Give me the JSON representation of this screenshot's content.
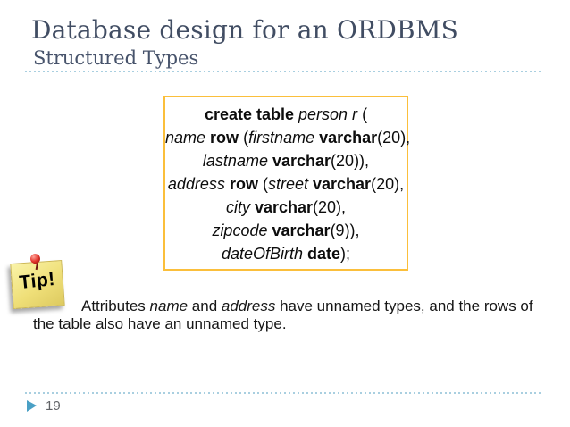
{
  "header": {
    "title": "Database design for an ORDBMS",
    "subtitle": "Structured Types"
  },
  "code_box": {
    "lines": [
      {
        "segments": [
          {
            "t": "create table",
            "s": "b"
          },
          {
            "t": " ",
            "s": ""
          },
          {
            "t": "person r",
            "s": "i"
          },
          {
            "t": " (",
            "s": ""
          }
        ]
      },
      {
        "segments": [
          {
            "t": "name",
            "s": "i"
          },
          {
            "t": " ",
            "s": ""
          },
          {
            "t": "row",
            "s": "b"
          },
          {
            "t": " (",
            "s": ""
          },
          {
            "t": "firstname",
            "s": "i"
          },
          {
            "t": " ",
            "s": ""
          },
          {
            "t": "varchar",
            "s": "b"
          },
          {
            "t": "(20),",
            "s": ""
          }
        ]
      },
      {
        "segments": [
          {
            "t": "lastname",
            "s": "i"
          },
          {
            "t": " ",
            "s": ""
          },
          {
            "t": "varchar",
            "s": "b"
          },
          {
            "t": "(20)),",
            "s": ""
          }
        ]
      },
      {
        "segments": [
          {
            "t": "address",
            "s": "i"
          },
          {
            "t": " ",
            "s": ""
          },
          {
            "t": "row",
            "s": "b"
          },
          {
            "t": " (",
            "s": ""
          },
          {
            "t": "street",
            "s": "i"
          },
          {
            "t": " ",
            "s": ""
          },
          {
            "t": "varchar",
            "s": "b"
          },
          {
            "t": "(20),",
            "s": ""
          }
        ]
      },
      {
        "segments": [
          {
            "t": "city",
            "s": "i"
          },
          {
            "t": " ",
            "s": ""
          },
          {
            "t": "varchar",
            "s": "b"
          },
          {
            "t": "(20),",
            "s": ""
          }
        ]
      },
      {
        "segments": [
          {
            "t": "zipcode",
            "s": "i"
          },
          {
            "t": " ",
            "s": ""
          },
          {
            "t": "varchar",
            "s": "b"
          },
          {
            "t": "(9)),",
            "s": ""
          }
        ]
      },
      {
        "segments": [
          {
            "t": "dateOfBirth",
            "s": "i"
          },
          {
            "t": " ",
            "s": ""
          },
          {
            "t": "date",
            "s": "b"
          },
          {
            "t": ");",
            "s": ""
          }
        ]
      }
    ]
  },
  "tip": {
    "label": "Tip!"
  },
  "note": {
    "segments": [
      {
        "t": "Attributes ",
        "s": ""
      },
      {
        "t": "name",
        "s": "i"
      },
      {
        "t": " and ",
        "s": ""
      },
      {
        "t": "address",
        "s": "i"
      },
      {
        "t": " have unnamed types, and the rows of the table also have an unnamed type.",
        "s": ""
      }
    ]
  },
  "footer": {
    "page_number": "19"
  },
  "icons": {
    "pushpin": "red round-head pin on sticky note",
    "page_bullet": "right-pointing triangle"
  },
  "colors": {
    "title_text": "#414D63",
    "dotted_divider": "#A9CFE0",
    "code_box_border": "#FBBF3B",
    "code_text": "#0D0D0D",
    "sticky_note_yellow": "#EFDF78",
    "pushpin_red": "#E3342B",
    "page_bullet_blue": "#4AA0C5",
    "page_number_gray": "#606266"
  }
}
